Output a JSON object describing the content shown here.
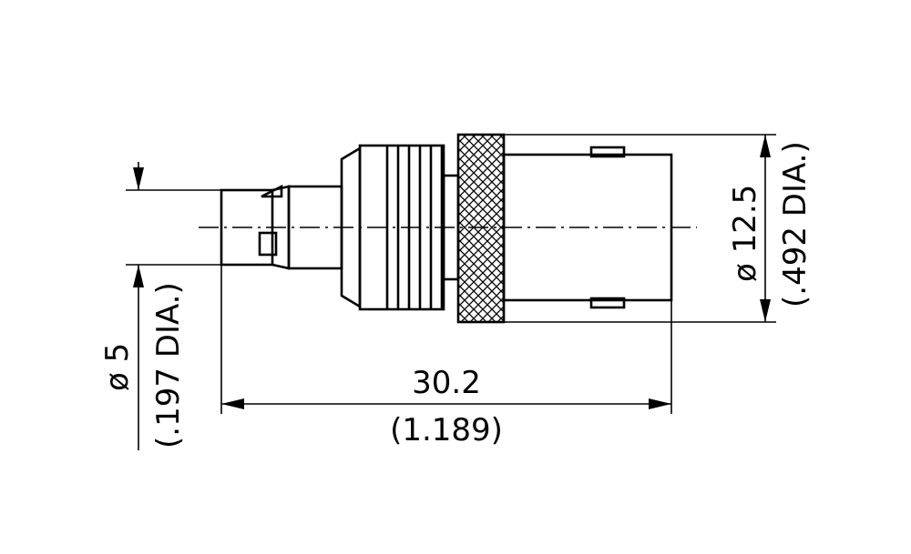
{
  "dimensions": {
    "length": {
      "value": "30.2",
      "imperial": "(1.189)"
    },
    "small_diameter": {
      "value": "ø 5",
      "imperial": "(.197 DIA.)"
    },
    "large_diameter": {
      "value": "ø 12.5",
      "imperial": "(.492 DIA.)"
    }
  }
}
